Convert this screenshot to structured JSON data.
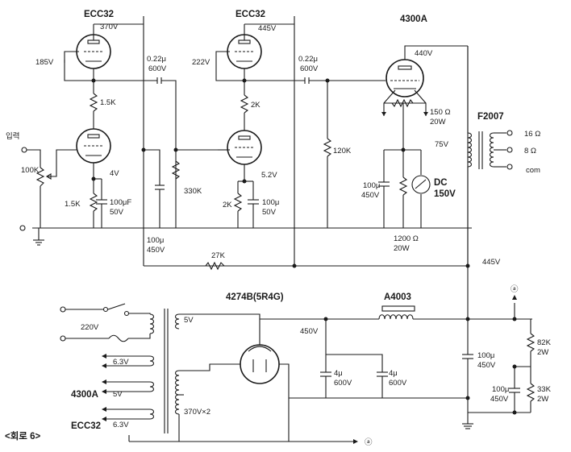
{
  "figure_label": "<회로 6>",
  "tubes": {
    "v1": "ECC32",
    "v2": "ECC32",
    "output": "4300A",
    "rectifier": "4274B(5R4G)"
  },
  "transformer_out": {
    "name": "F2007",
    "taps": [
      "16 Ω",
      "8 Ω",
      "com"
    ]
  },
  "choke": "A4003",
  "input_label": "입력",
  "voltages": {
    "v1_plate": "370V",
    "v1_bias": "185V",
    "v1_cathode": "4V",
    "v2_plate": "445V",
    "v2_bias": "222V",
    "v2_cathode": "5.2V",
    "out_plate": "440V",
    "out_cathode": "75V",
    "b_plus": "445V",
    "rect_in": "450V",
    "rect_fil": "5V"
  },
  "components": {
    "input_pot": "100K",
    "r_v1_mid": "1.5K",
    "r_v1_k": "1.5K",
    "c_v1_k": [
      "100μF",
      "50V"
    ],
    "c_coup1": [
      "0.22μ",
      "600V"
    ],
    "c_dec1": [
      "100μ",
      "450V"
    ],
    "r_grid2": "330K",
    "r_v2_mid": "2K",
    "r_v2_k": "2K",
    "c_v2_k": [
      "100μ",
      "50V"
    ],
    "c_coup2": [
      "0.22μ",
      "600V"
    ],
    "r_grid3": "120K",
    "hum_pot": [
      "150 Ω",
      "20W"
    ],
    "c_out_k": [
      "100μ",
      "450V"
    ],
    "meter": [
      "DC",
      "150V"
    ],
    "r_out_k": [
      "1200 Ω",
      "20W"
    ],
    "r_drop": "27K",
    "c_filt1": [
      "4μ",
      "600V"
    ],
    "c_filt2": [
      "4μ",
      "600V"
    ],
    "c_bank1": [
      "100μ",
      "450V"
    ],
    "c_bank2": [
      "100μ",
      "450V"
    ],
    "r_div1": [
      "82K",
      "2W"
    ],
    "r_div2": [
      "33K",
      "2W"
    ]
  },
  "power": {
    "mains": "220V",
    "heaters": [
      {
        "tube": "",
        "volt": "6.3V"
      },
      {
        "tube": "4300A",
        "volt": "5V"
      },
      {
        "tube": "ECC32",
        "volt": "6.3V"
      }
    ],
    "secondary": "370V×2"
  },
  "node_marker": "ⓐ"
}
